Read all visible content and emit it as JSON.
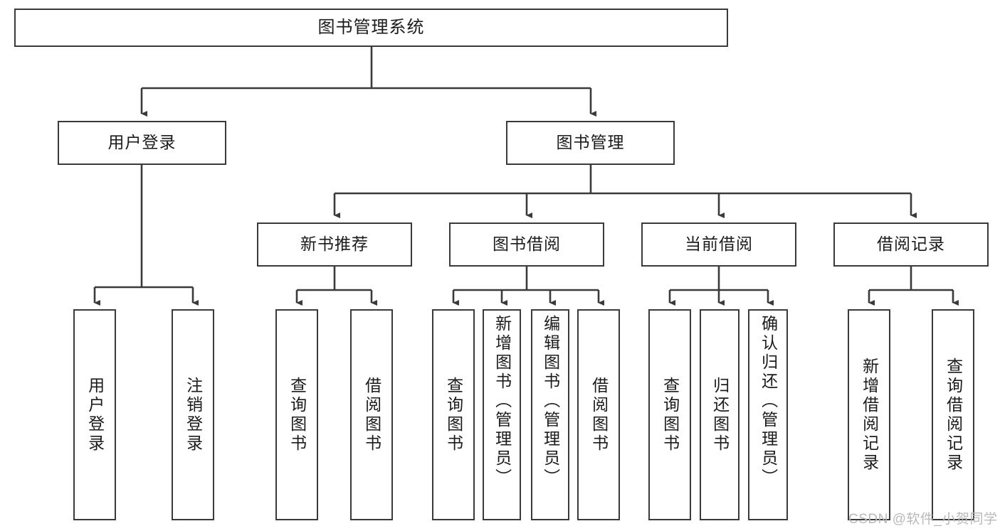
{
  "diagram": {
    "title": "图书管理系统",
    "type": "tree-hierarchy-diagram",
    "watermark": "CSDN @软件_小贺同学",
    "colors": {
      "box_border": "#3a3a3a",
      "box_fill": "#ffffff",
      "edge": "#3a3a3a",
      "text": "#1b1b1b",
      "watermark": "#b9b9b9",
      "background": "#ffffff"
    },
    "root": {
      "label": "图书管理系统"
    },
    "level2": [
      {
        "label": "用户登录"
      },
      {
        "label": "图书管理"
      }
    ],
    "level3": [
      {
        "label": "新书推荐"
      },
      {
        "label": "图书借阅"
      },
      {
        "label": "当前借阅"
      },
      {
        "label": "借阅记录"
      }
    ],
    "leaves": {
      "user_login": [
        {
          "label": "用户登录"
        },
        {
          "label": "注销登录"
        }
      ],
      "new_book_recommend": [
        {
          "label": "查询图书"
        },
        {
          "label": "借阅图书"
        }
      ],
      "book_borrow": [
        {
          "label": "查询图书"
        },
        {
          "label": "新增图书（管理员）"
        },
        {
          "label": "编辑图书（管理员）"
        },
        {
          "label": "借阅图书"
        }
      ],
      "current_borrow": [
        {
          "label": "查询图书"
        },
        {
          "label": "归还图书"
        },
        {
          "label": "确认归还（管理员）"
        }
      ],
      "borrow_record": [
        {
          "label": "新增借阅记录"
        },
        {
          "label": "查询借阅记录"
        }
      ]
    }
  }
}
